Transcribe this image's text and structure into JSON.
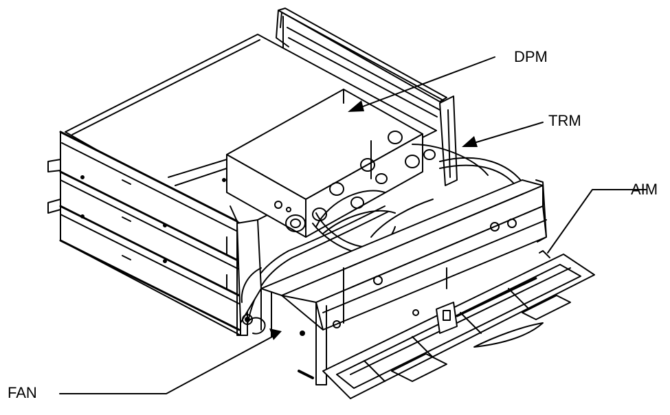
{
  "figure": {
    "labels": {
      "dpm": "DPM",
      "trm": "TRM",
      "aim": "AIM",
      "fan": "FAN"
    },
    "colors": {
      "line": "#000000",
      "background": "#ffffff"
    }
  }
}
